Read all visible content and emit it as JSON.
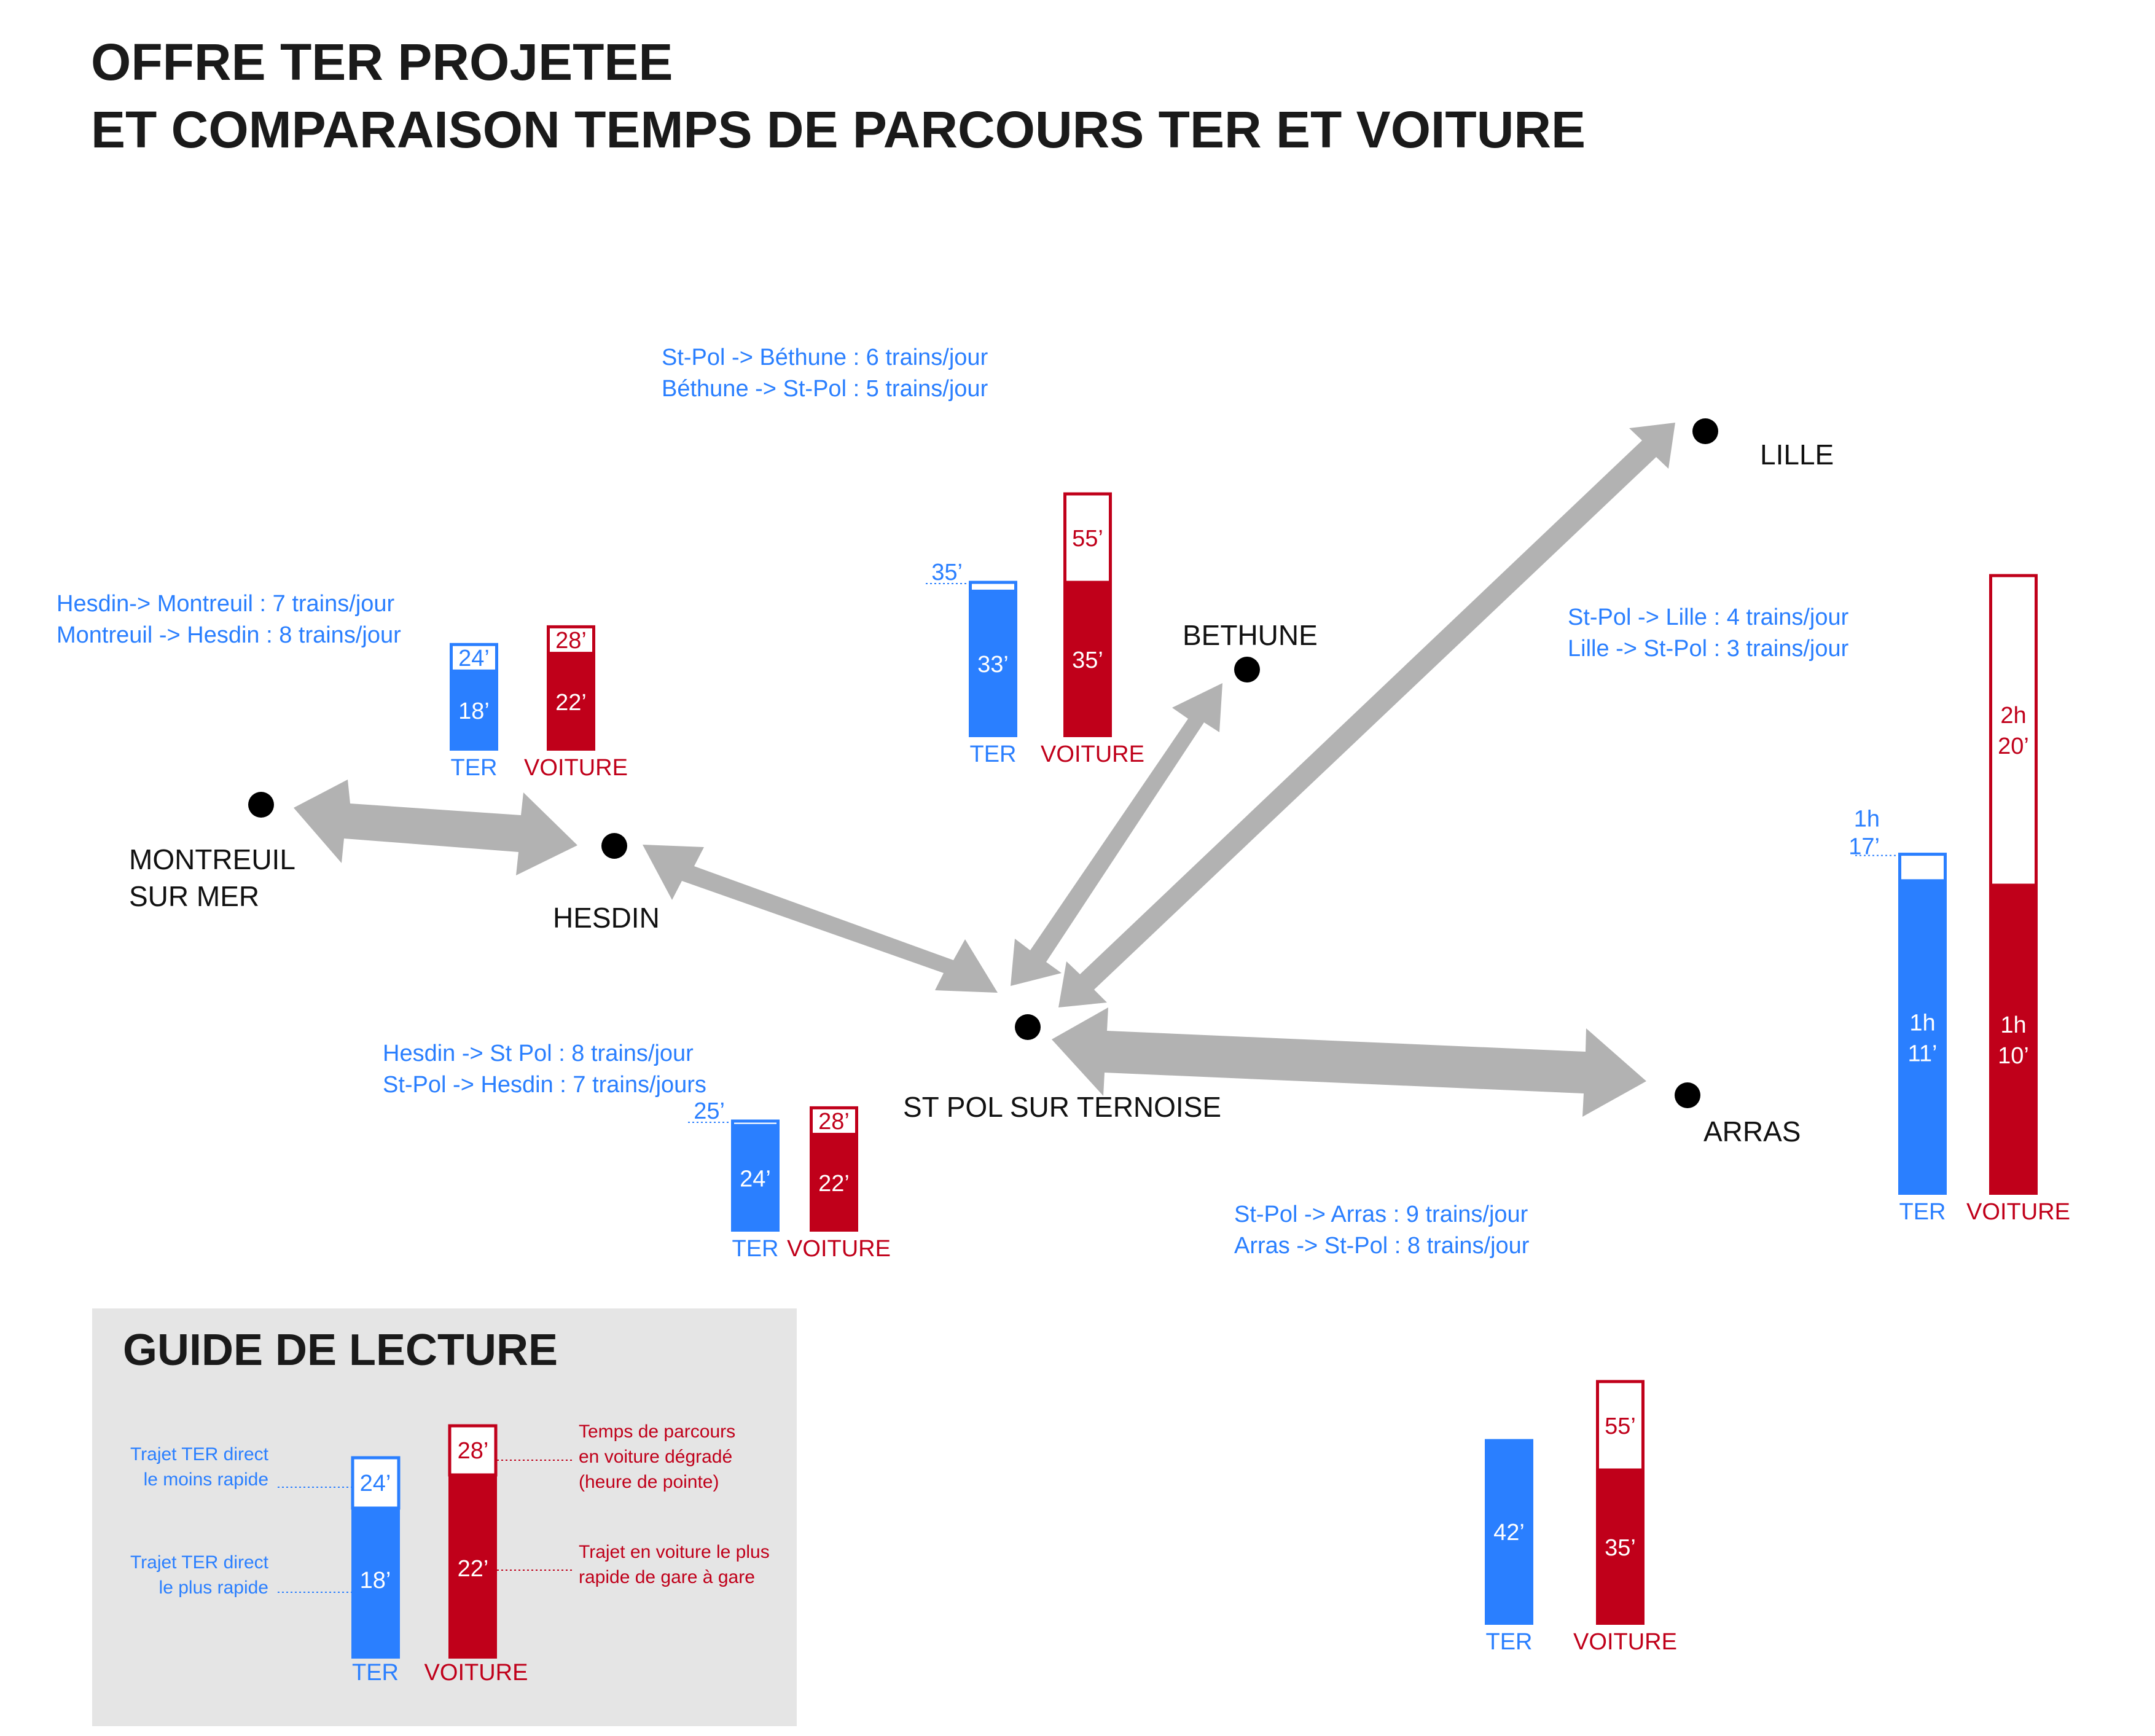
{
  "title": {
    "line1": "OFFRE TER PROJETEE",
    "line2": "ET COMPARAISON TEMPS DE PARCOURS TER ET VOITURE"
  },
  "colors": {
    "ter": "#2a7fff",
    "voiture": "#c0001a",
    "arrow": "#b2b2b2",
    "guide_bg": "#e5e5e5"
  },
  "cities": {
    "montreuil_1": "MONTREUIL",
    "montreuil_2": "SUR MER",
    "hesdin": "HESDIN",
    "stpol": "ST POL SUR TERNOISE",
    "bethune": "BETHUNE",
    "lille": "LILLE",
    "arras": "ARRAS"
  },
  "frequencies": {
    "montreuil_hesdin": [
      "Hesdin-> Montreuil : 7 trains/jour",
      "Montreuil -> Hesdin : 8 trains/jour"
    ],
    "stpol_bethune": [
      "St-Pol -> Béthune : 6 trains/jour",
      "Béthune -> St-Pol  : 5 trains/jour"
    ],
    "hesdin_stpol": [
      "Hesdin -> St Pol : 8 trains/jour",
      "St-Pol -> Hesdin : 7 trains/jours"
    ],
    "stpol_lille": [
      "St-Pol -> Lille : 4 trains/jour",
      "Lille -> St-Pol  : 3 trains/jour"
    ],
    "stpol_arras": [
      "St-Pol -> Arras : 9 trains/jour",
      "Arras -> St-Pol  : 8 trains/jour"
    ]
  },
  "labels": {
    "ter": "TER",
    "voiture": "VOITURE"
  },
  "chart_data": [
    {
      "type": "bar",
      "route": "Montreuil - Hesdin",
      "unit": "minutes",
      "series": [
        {
          "name": "TER",
          "fastest": 18,
          "slowest": 24,
          "fastest_label": "18’",
          "slowest_label": "24’"
        },
        {
          "name": "VOITURE",
          "fastest": 22,
          "slowest": 28,
          "fastest_label": "22’",
          "slowest_label": "28’"
        }
      ]
    },
    {
      "type": "bar",
      "route": "St-Pol - Béthune",
      "unit": "minutes",
      "series": [
        {
          "name": "TER",
          "fastest": 33,
          "slowest": 35,
          "fastest_label": "33’",
          "slowest_label": "35’"
        },
        {
          "name": "VOITURE",
          "fastest": 35,
          "slowest": 55,
          "fastest_label": "35’",
          "slowest_label": "55’"
        }
      ]
    },
    {
      "type": "bar",
      "route": "Hesdin - St Pol",
      "unit": "minutes",
      "series": [
        {
          "name": "TER",
          "fastest": 24,
          "slowest": 25,
          "fastest_label": "24’",
          "slowest_label": "25’"
        },
        {
          "name": "VOITURE",
          "fastest": 22,
          "slowest": 28,
          "fastest_label": "22’",
          "slowest_label": "28’"
        }
      ]
    },
    {
      "type": "bar",
      "route": "St-Pol - Arras",
      "unit": "minutes",
      "series": [
        {
          "name": "TER",
          "fastest": 42,
          "slowest": 42,
          "fastest_label": "42’",
          "slowest_label": ""
        },
        {
          "name": "VOITURE",
          "fastest": 35,
          "slowest": 55,
          "fastest_label": "35’",
          "slowest_label": "55’"
        }
      ]
    },
    {
      "type": "bar",
      "route": "St-Pol - Lille",
      "unit": "minutes",
      "series": [
        {
          "name": "TER",
          "fastest": 71,
          "slowest": 77,
          "fastest_label": [
            "1h",
            "11’"
          ],
          "slowest_label": [
            "1h",
            "17’"
          ]
        },
        {
          "name": "VOITURE",
          "fastest": 70,
          "slowest": 140,
          "fastest_label": [
            "1h",
            "10’"
          ],
          "slowest_label": [
            "2h",
            "20’"
          ]
        }
      ]
    }
  ],
  "guide": {
    "title": "GUIDE DE LECTURE",
    "ter_slow_note": [
      "Trajet TER direct",
      "le moins rapide"
    ],
    "ter_fast_note": [
      "Trajet TER direct",
      "le plus rapide"
    ],
    "car_slow_note": [
      "Temps de parcours",
      "en voiture dégradé",
      "(heure de pointe)"
    ],
    "car_fast_note": [
      "Trajet en voiture le plus",
      "rapide de gare à gare"
    ],
    "ter_fast_label": "18’",
    "ter_slow_label": "24’",
    "car_fast_label": "22’",
    "car_slow_label": "28’",
    "ter": "TER",
    "voiture": "VOITURE"
  }
}
